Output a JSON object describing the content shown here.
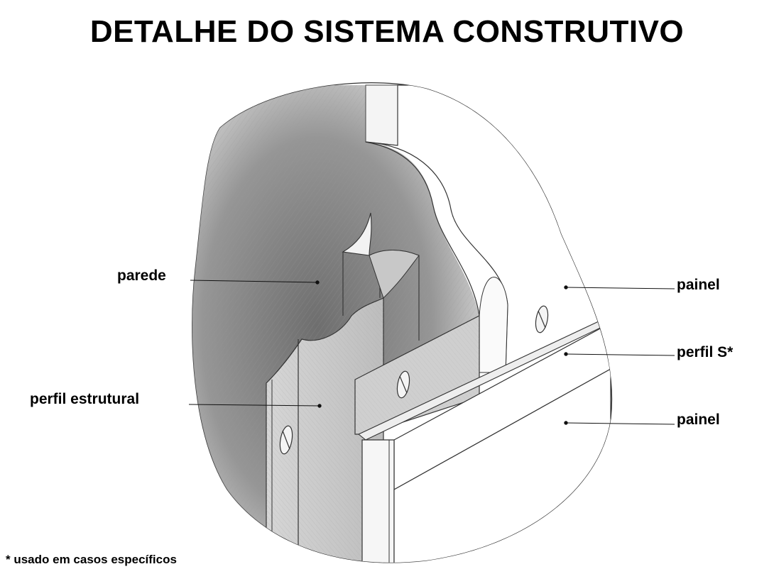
{
  "title": "DETALHE DO SISTEMA CONSTRUTIVO",
  "labels": {
    "wall": "parede",
    "structural_profile": "perfil estrutural",
    "panel_top": "painel",
    "profile_s": "perfil S*",
    "panel_bottom": "painel"
  },
  "footnote": "* usado em casos específicos",
  "colors": {
    "ink": "#000000",
    "pencil": "#444444",
    "shade_dark": "#6f6f6f",
    "shade_light": "#d9d9d9"
  }
}
